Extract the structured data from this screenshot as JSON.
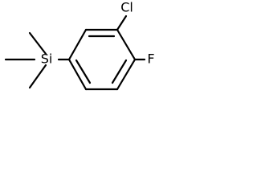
{
  "atoms": {
    "si": "Si",
    "cl": "Cl",
    "f": "F"
  },
  "colors": {
    "ink": "#000000",
    "background": "#ffffff"
  }
}
